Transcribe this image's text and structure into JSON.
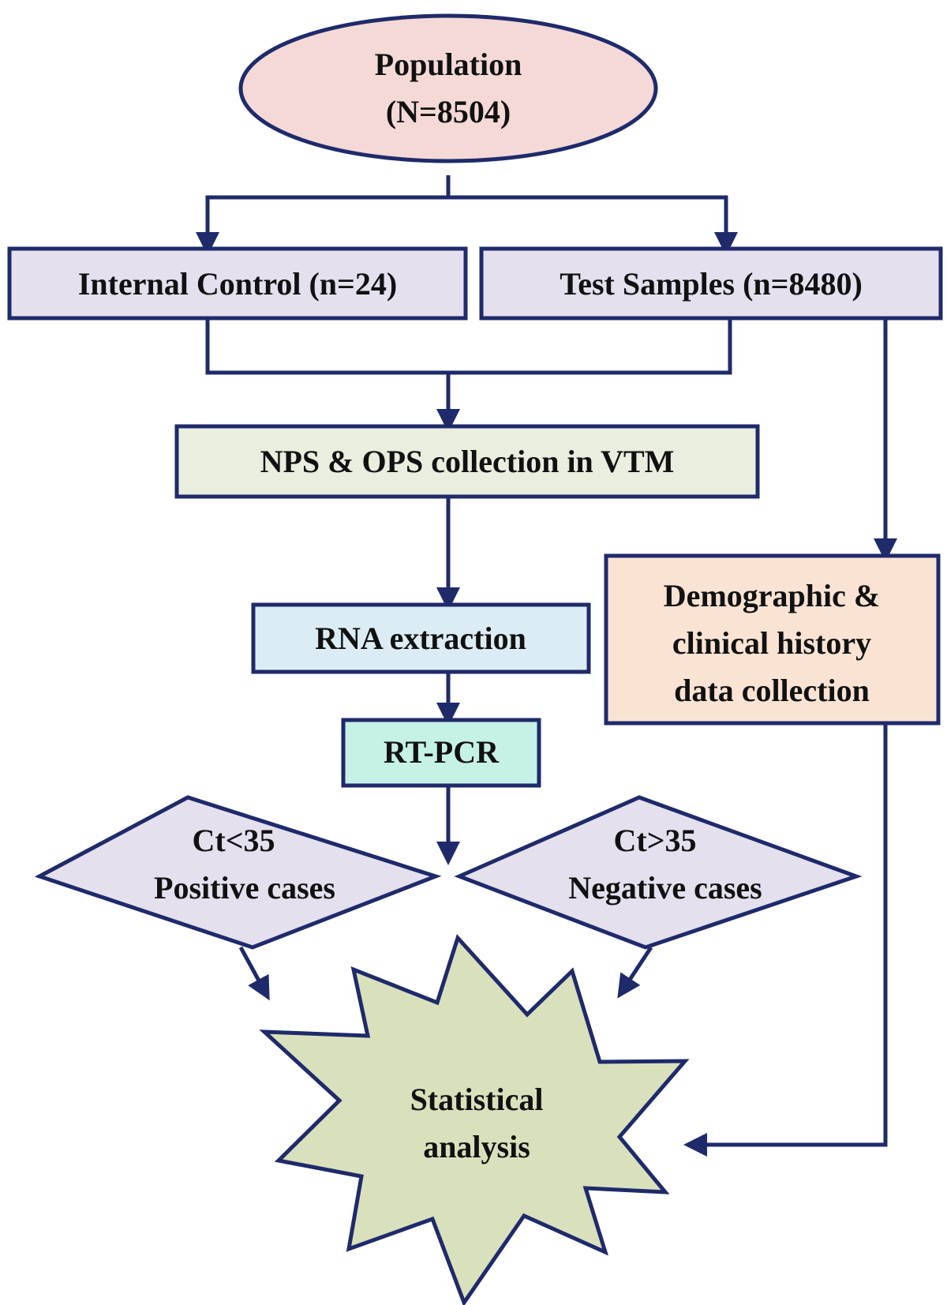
{
  "colors": {
    "border": "#1f2a6b",
    "population_fill": "#f4d9d6",
    "group_fill": "#e4e0ee",
    "collection_fill": "#e9eede",
    "rna_fill": "#dcecf4",
    "rtpcr_fill": "#c5f1e6",
    "demographic_fill": "#fbe3d3",
    "decision_fill": "#e4e0ee",
    "analysis_fill": "#d9e1bc"
  },
  "nodes": {
    "population": {
      "line1": "Population",
      "line2": "(N=8504)"
    },
    "internal_control": {
      "label": "Internal Control (n=24)"
    },
    "test_samples": {
      "label": "Test Samples (n=8480)"
    },
    "collection": {
      "label": "NPS & OPS collection in VTM"
    },
    "rna_extraction": {
      "label": "RNA extraction"
    },
    "rt_pcr": {
      "label": "RT-PCR"
    },
    "demographic": {
      "line1": "Demographic &",
      "line2": "clinical history",
      "line3": "data collection"
    },
    "positive": {
      "line1": "Ct<35",
      "line2": "Positive cases"
    },
    "negative": {
      "line1": "Ct>35",
      "line2": "Negative cases"
    },
    "analysis": {
      "line1": "Statistical",
      "line2": "analysis"
    }
  }
}
